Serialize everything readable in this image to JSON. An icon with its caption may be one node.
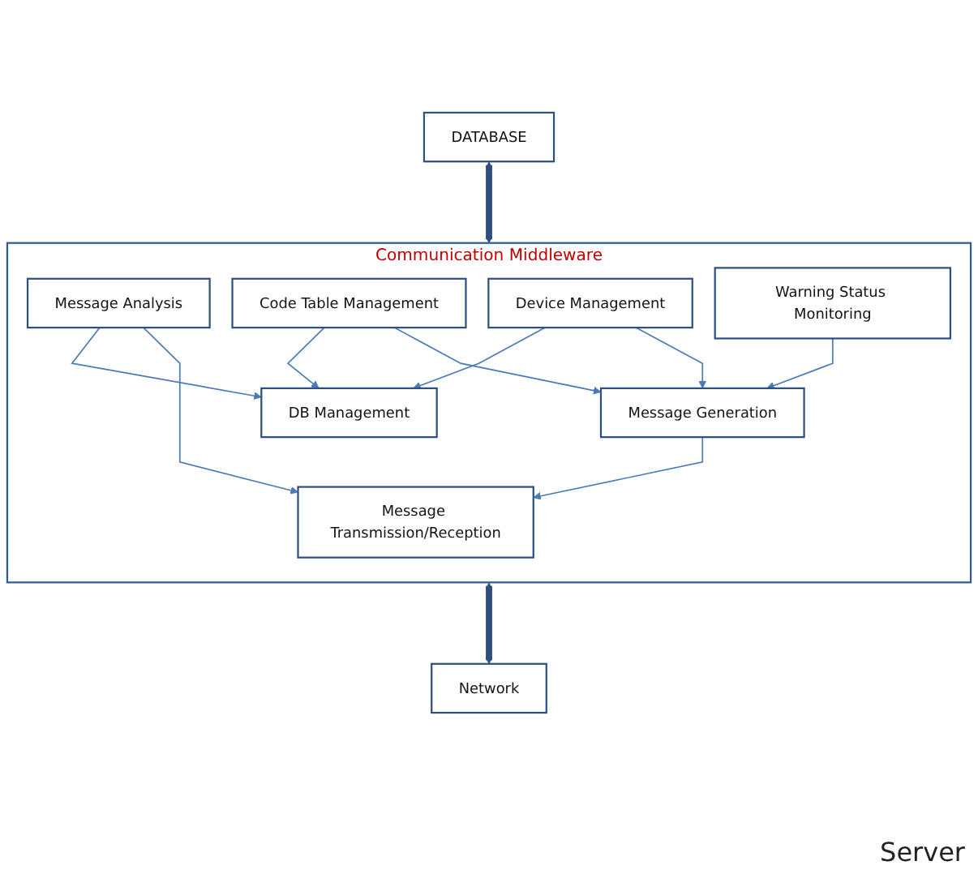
{
  "diagram": {
    "nodes": [
      {
        "text": [
          "DATABASE"
        ]
      },
      {
        "text": [
          "Communication Middleware"
        ]
      },
      {
        "text": [
          "Message Analysis"
        ],
        "in": 1
      },
      {
        "text": [
          "DB Management"
        ],
        "in": 1
      },
      {
        "text": [
          "Code Table Management"
        ],
        "in": 1
      },
      {
        "text": [
          "Device Management"
        ],
        "in": 1
      },
      {
        "text": [
          "Warning Status Monitoring"
        ],
        "in": 1
      },
      {
        "text": [
          "Message Generation"
        ],
        "in": 1
      },
      {
        "text": [
          "Message Transmission/Reception"
        ],
        "in": 1
      },
      {
        "text": [
          "Network"
        ]
      }
    ],
    "edges": [
      {
        "from": 0,
        "to": 1,
        "arrow": "both",
        "style": "thick"
      },
      {
        "from": 4,
        "to": 3,
        "arrow": "to"
      },
      {
        "from": 5,
        "to": 3,
        "arrow": "to"
      },
      {
        "from": 4,
        "to": 7,
        "arrow": "to"
      },
      {
        "from": 5,
        "to": 7,
        "arrow": "to"
      },
      {
        "from": 6,
        "to": 7,
        "arrow": "to"
      },
      {
        "from": 2,
        "to": 3,
        "arrow": "to"
      },
      {
        "from": 2,
        "to": 8,
        "arrow": "to"
      },
      {
        "from": 7,
        "to": 8,
        "arrow": "to"
      },
      {
        "from": 1,
        "to": 9,
        "arrow": "both",
        "style": "thick"
      }
    ],
    "labels": [
      "Server"
    ]
  }
}
